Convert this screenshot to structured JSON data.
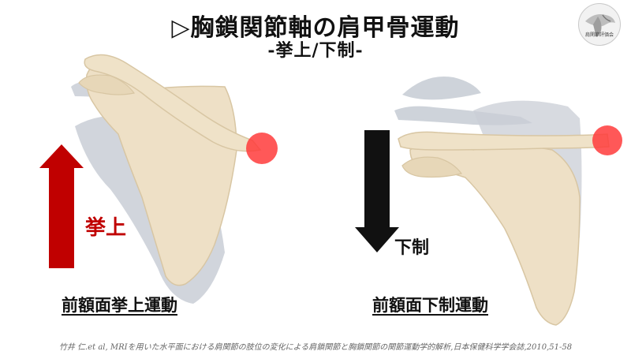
{
  "title": "▷胸鎖関節軸の肩甲骨運動",
  "subtitle": "-挙上/下制-",
  "logo": {
    "icon": "shoulder-skeleton-icon",
    "text": "肩関節評価会"
  },
  "panels": {
    "left": {
      "arrow_label": "挙上",
      "caption": "前額面挙上運動",
      "arrow_color": "#c00000",
      "direction": "up"
    },
    "right": {
      "arrow_label": "下制",
      "caption": "前額面下制運動",
      "arrow_color": "#111111",
      "direction": "down"
    }
  },
  "colors": {
    "bone": "#eee0c6",
    "bone_outline": "#d8c6a3",
    "ghost_bone": "#c9ced6",
    "joint_axis": "#ff3b3b"
  },
  "citation": "竹井 仁.et al, MRIを用いた水平面における肩関節の肢位の変化による肩鎖関節と胸鎖関節の関節運動学的解析,日本保健科学学会誌,2010,51-58"
}
